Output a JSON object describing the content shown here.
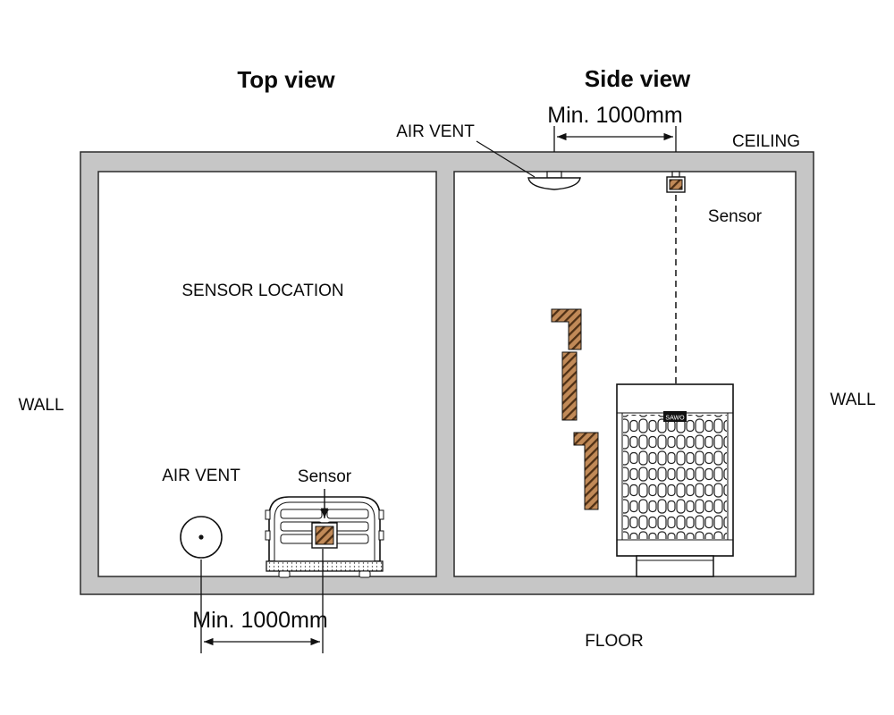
{
  "titles": {
    "top_view": "Top view",
    "side_view": "Side view"
  },
  "top_view": {
    "sensor_location": "SENSOR LOCATION",
    "air_vent": "AIR VENT",
    "sensor": "Sensor",
    "min_distance": "Min. 1000mm"
  },
  "side_view": {
    "air_vent": "AIR VENT",
    "ceiling": "CEILING",
    "sensor": "Sensor",
    "floor": "FLOOR",
    "min_distance": "Min. 1000mm",
    "heater_brand": "SAWO"
  },
  "walls": {
    "left": "WALL",
    "right": "WALL"
  },
  "colors": {
    "wall_fill": "#c6c6c6",
    "outline": "#1f1f1f",
    "sensor_hatch_fill": "#c18a58",
    "sensor_hatch_stroke": "#4f3015"
  }
}
